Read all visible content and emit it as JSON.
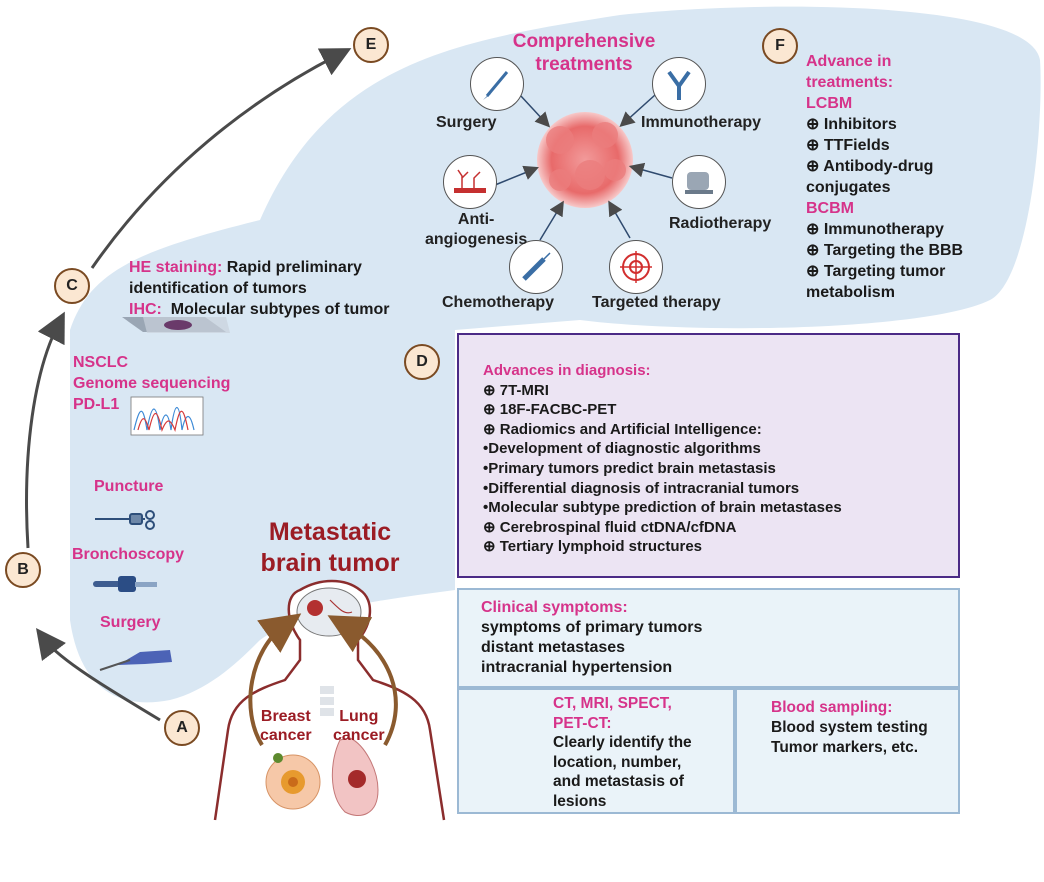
{
  "labels": {
    "A": "A",
    "B": "B",
    "C": "C",
    "D": "D",
    "E": "E",
    "F": "F"
  },
  "comprehensive": {
    "title_line1": "Comprehensive",
    "title_line2": "treatments",
    "items": {
      "surgery": "Surgery",
      "immunotherapy": "Immunotherapy",
      "anti_angiogenesis_line1": "Anti-",
      "anti_angiogenesis_line2": "angiogenesis",
      "radiotherapy": "Radiotherapy",
      "chemotherapy": "Chemotherapy",
      "targeted": "Targeted therapy"
    }
  },
  "advance_treatments": {
    "title_line1": "Advance in",
    "title_line2": "treatments:",
    "lcbm": "LCBM",
    "lcbm_items": [
      "⊕ Inhibitors",
      "⊕ TTFields",
      "⊕ Antibody-drug",
      "conjugates"
    ],
    "bcbm": "BCBM",
    "bcbm_items": [
      "⊕ Immunotherapy",
      "⊕ Targeting the BBB",
      "⊕ Targeting tumor",
      "metabolism"
    ]
  },
  "pathology": {
    "he_label": "HE staining:",
    "he_text_line1": " Rapid preliminary",
    "he_text_line2": "identification of tumors",
    "ihc_label": "IHC:",
    "ihc_text": "  Molecular subtypes of tumor"
  },
  "genomics": {
    "line1": "NSCLC",
    "line2": "Genome sequencing",
    "line3": "PD-L1"
  },
  "biopsy": {
    "puncture": "Puncture",
    "bronchoscopy": "Bronchoscopy",
    "surgery": "Surgery"
  },
  "metastatic": {
    "line1": "Metastatic",
    "line2": "brain tumor",
    "breast_line1": "Breast",
    "breast_line2": "cancer",
    "lung_line1": "Lung",
    "lung_line2": "cancer"
  },
  "diagnosis": {
    "title": "Advances in diagnosis:",
    "items": [
      "⊕ 7T-MRI",
      "⊕ 18F-FACBC-PET",
      "⊕ Radiomics and Artificial Intelligence:",
      "•Development of diagnostic algorithms",
      "•Primary tumors predict brain metastasis",
      "•Differential diagnosis of intracranial tumors",
      "•Molecular subtype prediction of brain metastases",
      "⊕ Cerebrospinal fluid ctDNA/cfDNA",
      "⊕ Tertiary lymphoid structures"
    ]
  },
  "clinical": {
    "title": "Clinical symptoms:",
    "items": [
      "symptoms of primary tumors",
      "distant metastases",
      "intracranial hypertension"
    ]
  },
  "imaging": {
    "title_line1": "CT, MRI, SPECT,",
    "title_line2": "PET-CT:",
    "items": [
      "Clearly identify the",
      "location, number,",
      "and metastasis of",
      "lesions"
    ]
  },
  "blood": {
    "title": "Blood sampling:",
    "items": [
      "Blood system testing",
      "Tumor markers, etc."
    ]
  },
  "colors": {
    "accent_pink": "#d6338a",
    "dark_red": "#9b1c24",
    "region_blue": "#d9e7f3",
    "box_purple": "#4b2a86",
    "arrow_gray": "#4a4a4a"
  }
}
